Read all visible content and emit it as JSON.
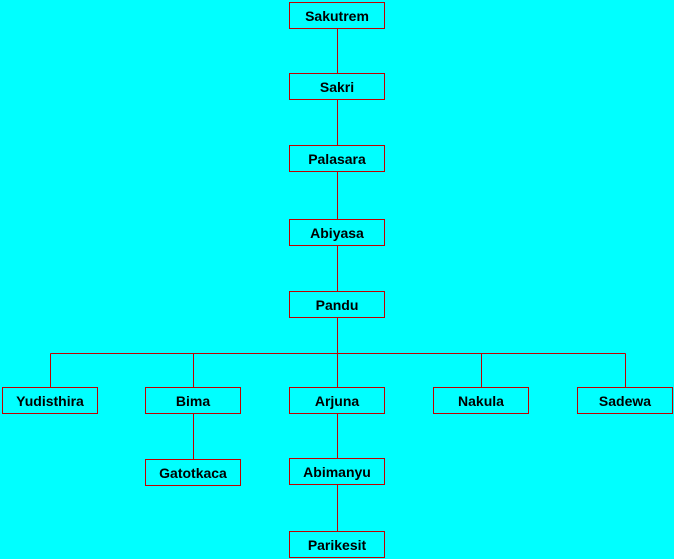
{
  "colors": {
    "background": "#00ffff",
    "box_border": "#c00000",
    "line": "#c00000",
    "text": "#000000"
  },
  "nodes": {
    "sakutrem": "Sakutrem",
    "sakri": "Sakri",
    "palasara": "Palasara",
    "abiyasa": "Abiyasa",
    "pandu": "Pandu",
    "yudisthira": "Yudisthira",
    "bima": "Bima",
    "arjuna": "Arjuna",
    "nakula": "Nakula",
    "sadewa": "Sadewa",
    "gatotkaca": "Gatotkaca",
    "abimanyu": "Abimanyu",
    "parikesit": "Parikesit"
  },
  "edges": [
    [
      "sakutrem",
      "sakri"
    ],
    [
      "sakri",
      "palasara"
    ],
    [
      "palasara",
      "abiyasa"
    ],
    [
      "abiyasa",
      "pandu"
    ],
    [
      "pandu",
      "yudisthira"
    ],
    [
      "pandu",
      "bima"
    ],
    [
      "pandu",
      "arjuna"
    ],
    [
      "pandu",
      "nakula"
    ],
    [
      "pandu",
      "sadewa"
    ],
    [
      "bima",
      "gatotkaca"
    ],
    [
      "arjuna",
      "abimanyu"
    ],
    [
      "abimanyu",
      "parikesit"
    ]
  ]
}
